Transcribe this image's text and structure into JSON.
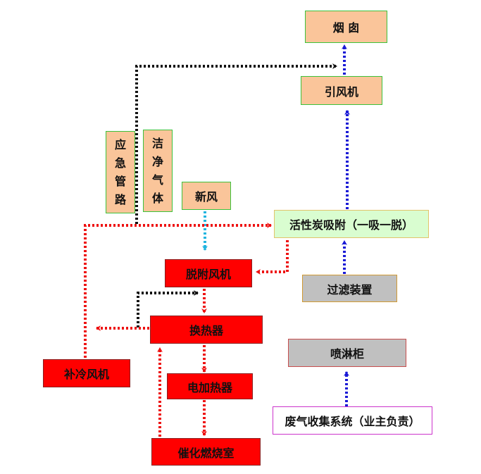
{
  "nodes": {
    "chimney": "烟 囱",
    "induced_fan": "引风机",
    "emergency_pipe": [
      "应",
      "急",
      "管",
      "路"
    ],
    "clean_gas": [
      "洁",
      "净",
      "气",
      "体"
    ],
    "fresh_air": "新风",
    "carbon_adsorption": "活性炭吸附（一吸一脱）",
    "desorption_fan": "脱附风机",
    "filter_device": "过滤装置",
    "heat_exchanger": "换热器",
    "spray_tower": "喷淋柜",
    "cooling_fan": "补冷风机",
    "electric_heater": "电加热器",
    "combustion_chamber": "催化燃烧室",
    "waste_gas_collection": "废气收集系统（业主负责）"
  },
  "colors": {
    "flow_red": "#ee1111",
    "flow_blue": "#1a1ad6",
    "flow_black": "#111111",
    "flow_cyan": "#22b5e0"
  }
}
